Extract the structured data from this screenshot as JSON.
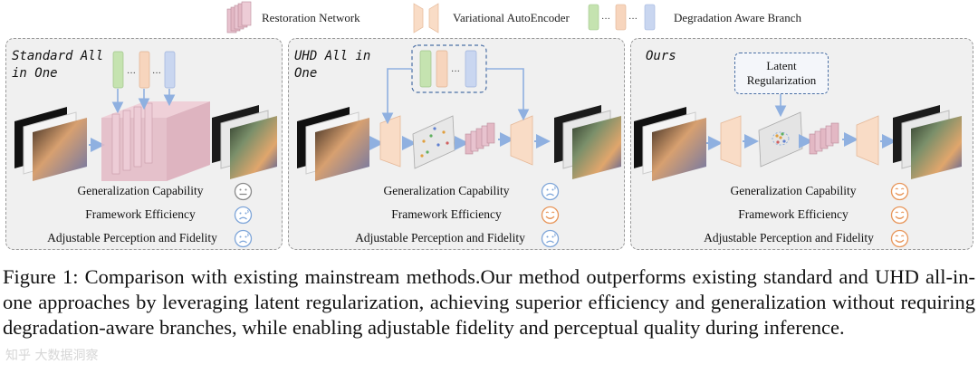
{
  "legend": {
    "restoration_network": "Restoration Network",
    "vae": "Variational AutoEncoder",
    "dab": "Degradation Aware Branch"
  },
  "panels": [
    {
      "title": "Standard All\nin One",
      "metrics": [
        "Generalization Capability",
        "Framework Efficiency",
        "Adjustable Perception and Fidelity"
      ],
      "faces": [
        "neutral",
        "sad",
        "sad"
      ]
    },
    {
      "title": "UHD All in\nOne",
      "metrics": [
        "Generalization Capability",
        "Framework Efficiency",
        "Adjustable Perception and Fidelity"
      ],
      "faces": [
        "sad",
        "happy",
        "sad"
      ]
    },
    {
      "title": "Ours",
      "latent_box": "Latent\nRegularization",
      "metrics": [
        "Generalization Capability",
        "Framework Efficiency",
        "Adjustable Perception and Fidelity"
      ],
      "faces": [
        "happy",
        "happy",
        "happy"
      ]
    }
  ],
  "caption": "Figure 1: Comparison with existing mainstream methods.Our method outperforms existing standard and UHD all-in-one approaches by leveraging latent regularization, achieving superior efficiency and generalization without requiring degradation-aware branches, while enabling adjustable fidelity and perceptual quality during inference.",
  "watermark": "知乎 大数据洞察",
  "colors": {
    "panel_bg": "#f0f0f0",
    "restoration_pink": "#e3b8c4",
    "vae_peach": "#f7d5bd",
    "dab_green": "#c5e3b0",
    "dab_blue": "#c9d6f0",
    "arrow_blue": "#8fb0e0",
    "happy_face": "#e8965a",
    "sad_face": "#7fa6d9",
    "neutral_face": "#8a8a8a"
  }
}
